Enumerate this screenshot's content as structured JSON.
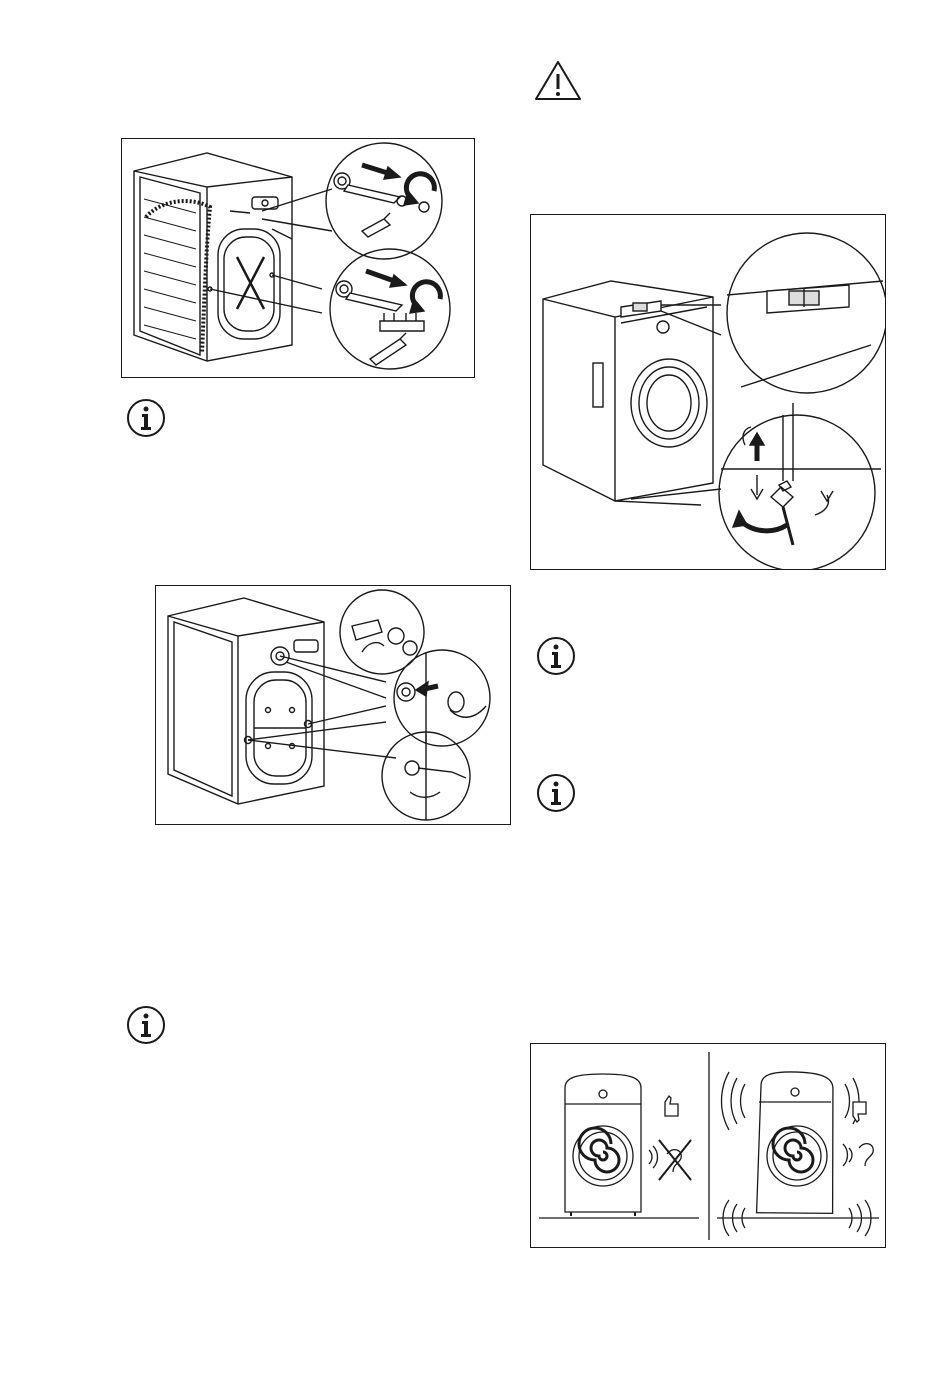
{
  "page": {
    "background": "#ffffff",
    "line_color": "#1a1a1a"
  },
  "icons": {
    "warning": "warning-triangle-icon",
    "info": "info-icon"
  },
  "figures": [
    {
      "id": "remove-transit-bolts",
      "subject": "washing-machine-rear-bolts"
    },
    {
      "id": "insert-plastic-caps",
      "subject": "washing-machine-rear-caps"
    },
    {
      "id": "level-adjustment",
      "subject": "spirit-level-and-adjustable-feet"
    },
    {
      "id": "level-vs-unlevel",
      "subject": "stable-quiet-vs-vibrating-noisy"
    }
  ]
}
